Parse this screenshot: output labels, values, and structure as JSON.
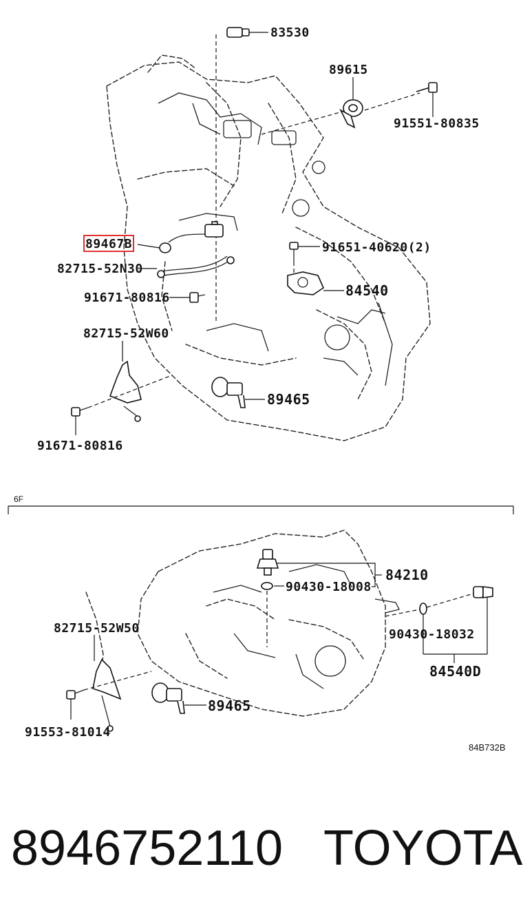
{
  "diagram": {
    "top_section": {
      "labels": {
        "p83530": "83530",
        "p89615": "89615",
        "p91551_80835": "91551-80835",
        "p89467b": "89467B",
        "p91651_40620": "91651-40620(2)",
        "p82715_52n30": "82715-52N30",
        "p84540": "84540",
        "p91671_80816_a": "91671-80816",
        "p82715_52w60": "82715-52W60",
        "p89465_a": "89465",
        "p91671_80816_b": "91671-80816"
      },
      "highlight_color": "#e03030"
    },
    "separator": {
      "label": "6F"
    },
    "bottom_section": {
      "labels": {
        "p84210": "84210",
        "p90430_18008": "90430-18008",
        "p82715_52w50": "82715-52W50",
        "p90430_18032": "90430-18032",
        "p84540d": "84540D",
        "p89465_b": "89465",
        "p91553_81014": "91553-81014"
      },
      "drawing_ref": "84B732B"
    }
  },
  "footer": {
    "part_number": "8946752110",
    "brand": "TOYOTA"
  }
}
